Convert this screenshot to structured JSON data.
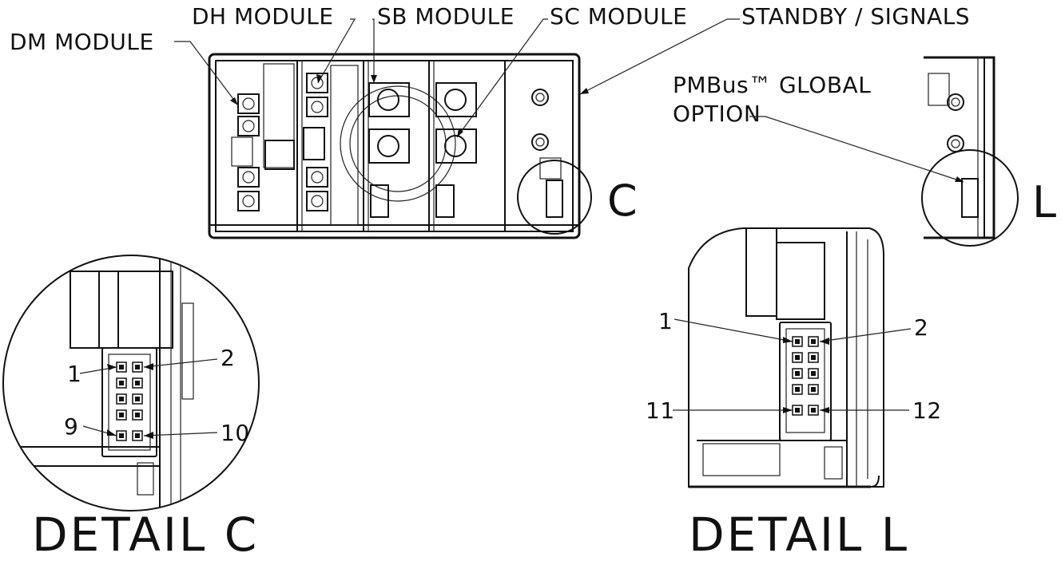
{
  "callouts": {
    "dm_module": "DM MODULE",
    "dh_module": "DH MODULE",
    "sb_module": "SB MODULE",
    "sc_module": "SC MODULE",
    "standby_signals": "STANDBY / SIGNALS",
    "pmbus_line1": "PMBus™ GLOBAL",
    "pmbus_line2": "OPTION"
  },
  "view_markers": {
    "c": "C",
    "l": "L"
  },
  "detail_c": {
    "title": "DETAIL C",
    "pins": {
      "p1": "1",
      "p2": "2",
      "p9": "9",
      "p10": "10"
    }
  },
  "detail_l": {
    "title": "DETAIL L",
    "pins": {
      "p1": "1",
      "p2": "2",
      "p11": "11",
      "p12": "12"
    }
  }
}
